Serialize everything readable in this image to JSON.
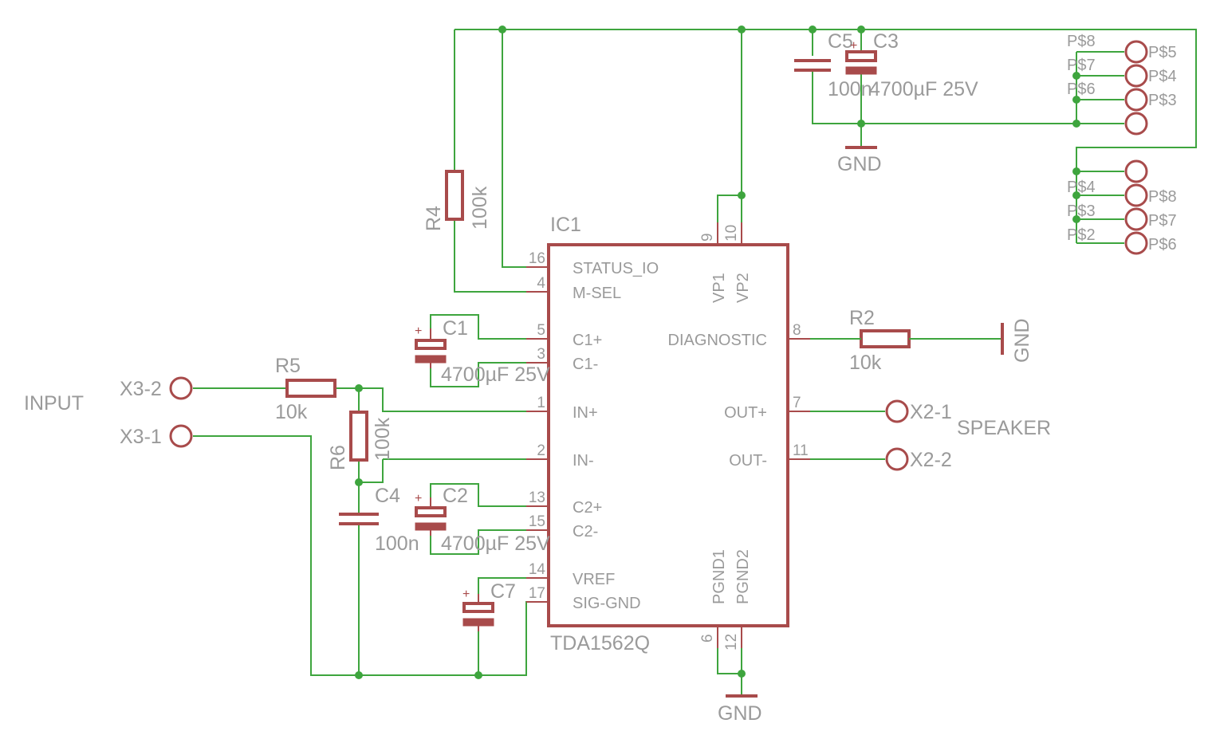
{
  "ic": {
    "name": "IC1",
    "value": "TDA1562Q",
    "pin_names": {
      "status_io": "STATUS_IO",
      "m_sel": "M-SEL",
      "c1p": "C1+",
      "c1n": "C1-",
      "in_p": "IN+",
      "in_n": "IN-",
      "c2p": "C2+",
      "c2n": "C2-",
      "vref": "VREF",
      "sig_gnd": "SIG-GND",
      "diagnostic": "DIAGNOSTIC",
      "out_p": "OUT+",
      "out_n": "OUT-",
      "vp1": "VP1",
      "vp2": "VP2",
      "pgnd1": "PGND1",
      "pgnd2": "PGND2"
    },
    "pin_numbers": {
      "status_io": "16",
      "m_sel": "4",
      "c1p": "5",
      "c1n": "3",
      "in_p": "1",
      "in_n": "2",
      "c2p": "13",
      "c2n": "15",
      "vref": "14",
      "sig_gnd": "17",
      "diagnostic": "8",
      "out_p": "7",
      "out_n": "11",
      "vp1": "9",
      "vp2": "10",
      "pgnd1": "6",
      "pgnd2": "12"
    }
  },
  "components": {
    "r4": {
      "name": "R4",
      "value": "100k"
    },
    "r5": {
      "name": "R5",
      "value": "10k"
    },
    "r6": {
      "name": "R6",
      "value": "100k"
    },
    "r2": {
      "name": "R2",
      "value": "10k"
    },
    "c1": {
      "name": "C1",
      "value": "4700µF 25V"
    },
    "c2": {
      "name": "C2",
      "value": "4700µF 25V"
    },
    "c3": {
      "name": "C3",
      "value": "4700µF 25V"
    },
    "c4": {
      "name": "C4",
      "value": "100n"
    },
    "c5": {
      "name": "C5",
      "value": "100n"
    },
    "c7": {
      "name": "C7"
    }
  },
  "connectors": {
    "input_label": "INPUT",
    "x3_2": "X3-2",
    "x3_1": "X3-1",
    "speaker_label": "SPEAKER",
    "x2_1": "X2-1",
    "x2_2": "X2-2"
  },
  "header_top": {
    "left": [
      "P$8",
      "P$7",
      "P$6"
    ],
    "right": [
      "P$5",
      "P$4",
      "P$3"
    ]
  },
  "header_bottom": {
    "left": [
      "P$4",
      "P$3",
      "P$2"
    ],
    "right": [
      "P$8",
      "P$7",
      "P$6"
    ]
  },
  "gnd": {
    "top": "GND",
    "bottom": "GND",
    "right": "GND"
  },
  "colors": {
    "wire": "#3ea53e",
    "part": "#a84b4b",
    "text": "#9a9a9a",
    "background": "#ffffff"
  }
}
